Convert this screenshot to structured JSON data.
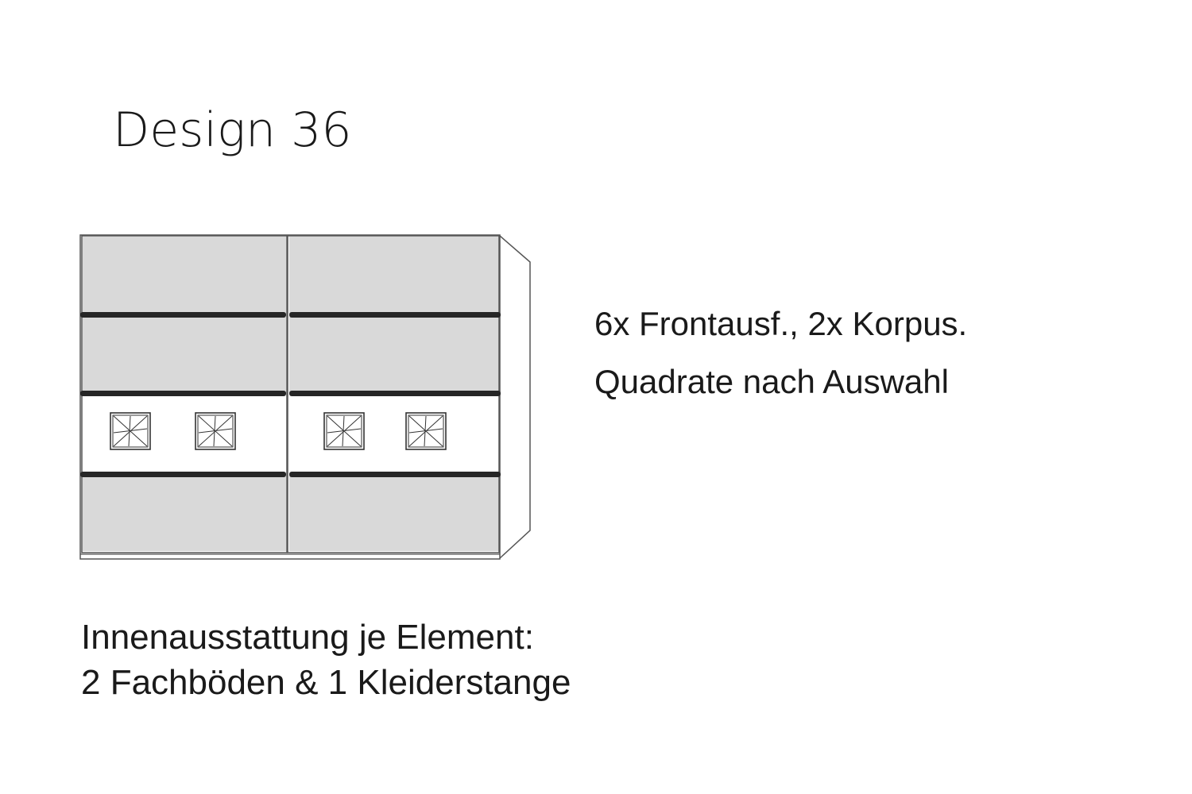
{
  "title": "Design 36",
  "notes": {
    "line1": "6x Frontausf., 2x Korpus.",
    "line2": "Quadrate nach Auswahl"
  },
  "interior": {
    "line1": "Innenausstattung je Element:",
    "line2": "2 Fachböden & 1 Kleiderstange"
  },
  "colors": {
    "panel_fill": "#d9d9d9",
    "glass_band": "#ffffff",
    "strip": "#262626",
    "outline": "#555555"
  }
}
